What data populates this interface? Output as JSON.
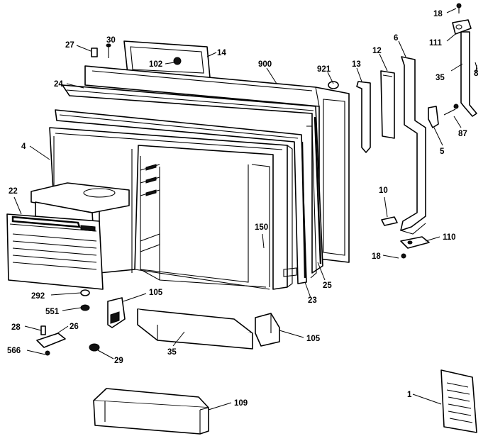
{
  "callouts": {
    "c18a": "18",
    "c111": "111",
    "c8": "8",
    "c35a": "35",
    "c87": "87",
    "c5": "5",
    "c6": "6",
    "c12": "12",
    "c13": "13",
    "c921": "921",
    "c900": "900",
    "c14": "14",
    "c30": "30",
    "c27": "27",
    "c102": "102",
    "c24": "24",
    "c4": "4",
    "c22": "22",
    "c10": "10",
    "c150": "150",
    "c110": "110",
    "c18b": "18",
    "c25": "25",
    "c23": "23",
    "c292": "292",
    "c551": "551",
    "c105a": "105",
    "c28": "28",
    "c26": "26",
    "c566": "566",
    "c29": "29",
    "c35b": "35",
    "c105b": "105",
    "c109": "109",
    "c1": "1"
  },
  "icons": {
    "screw": "screw-icon",
    "bumper": "bumper-icon"
  }
}
